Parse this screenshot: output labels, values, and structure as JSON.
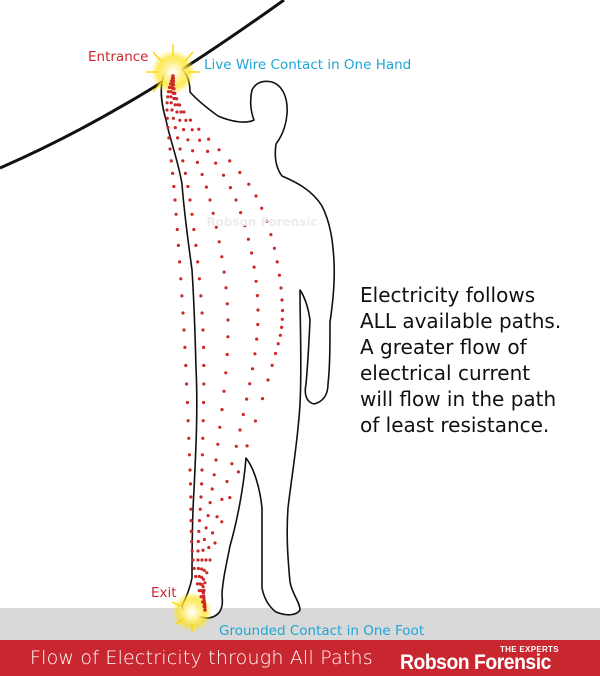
{
  "labels": {
    "entrance": "Entrance",
    "live_contact": "Live Wire Contact in One Hand",
    "exit": "Exit",
    "grounded_contact": "Grounded Contact in One Foot"
  },
  "explanation_lines": [
    "Electricity follows",
    "ALL available paths.",
    "A greater flow of",
    "electrical current",
    "will flow in the path",
    "of least resistance."
  ],
  "watermark": "Robson Forensic",
  "footer": {
    "caption": "Flow of Electricity through All Paths",
    "brand_tagline": "THE EXPERTS",
    "brand_name": "Robson Forensic"
  },
  "colors": {
    "accent_red": "#c9272f",
    "label_blue": "#1ea6d6",
    "label_red": "#d0262e",
    "dot_red": "#cc2a2a",
    "ground_gray": "#d9d9d9",
    "glow_yellow": "#ffe21a"
  }
}
